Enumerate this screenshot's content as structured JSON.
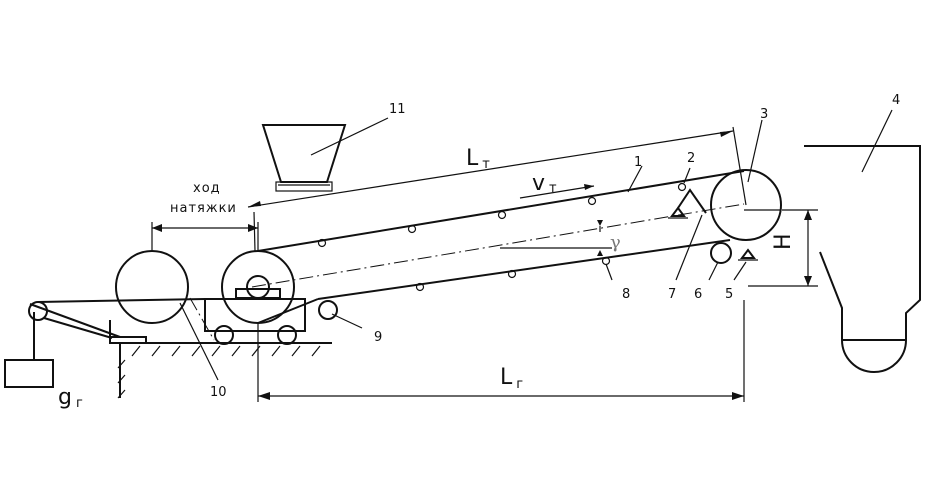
{
  "labels": {
    "n1": "1",
    "n2": "2",
    "n3": "3",
    "n4": "4",
    "n5": "5",
    "n6": "6",
    "n7": "7",
    "n8": "8",
    "n9": "9",
    "n10": "10",
    "n11": "11"
  },
  "dimensions": {
    "belt_length": {
      "symbol": "L",
      "sub": "т"
    },
    "horizontal_length": {
      "symbol": "L",
      "sub": "г"
    },
    "height": "H",
    "speed": {
      "symbol": "v",
      "sub": "т"
    },
    "angle": "γ",
    "weight": {
      "symbol": "g",
      "sub": "г"
    },
    "take_up_travel": {
      "line1": "ход",
      "line2": "натяжки"
    }
  }
}
